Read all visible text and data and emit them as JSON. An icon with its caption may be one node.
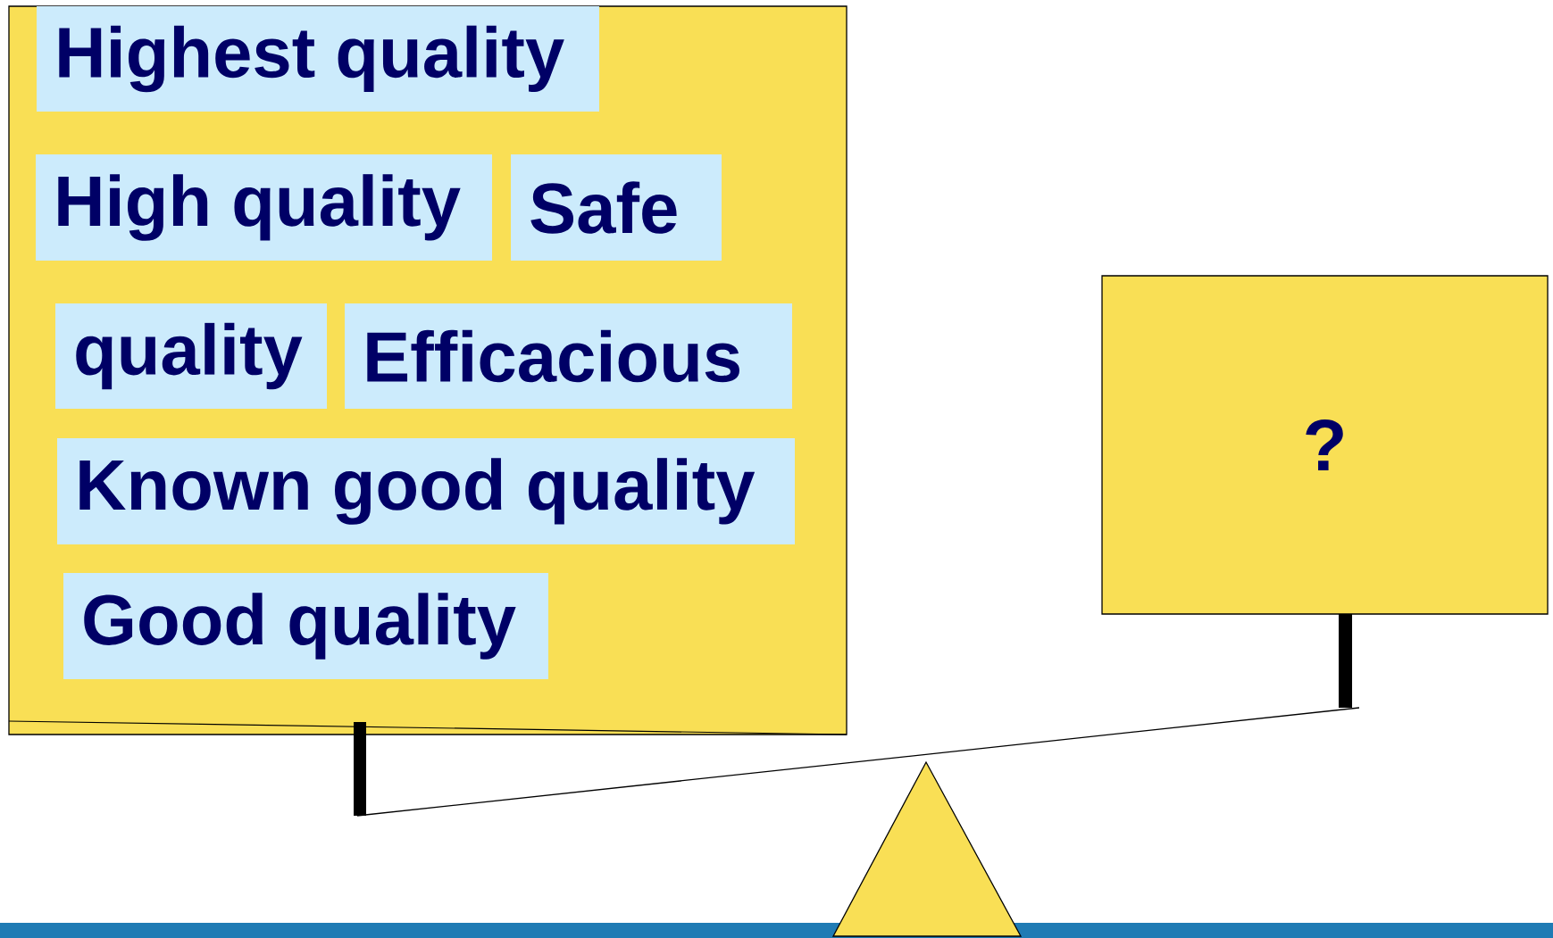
{
  "diagram": {
    "nodes": [
      {
        "text": [],
        "shape": "box"
      },
      {
        "text": [
          "Highest quality"
        ],
        "in": 0
      },
      {
        "text": [
          "High quality"
        ],
        "in": 0
      },
      {
        "text": [
          "Safe"
        ],
        "in": 0
      },
      {
        "text": [
          "quality"
        ],
        "in": 0
      },
      {
        "text": [
          "Efficacious"
        ],
        "in": 0
      },
      {
        "text": [
          "Known good quality"
        ],
        "in": 0
      },
      {
        "text": [
          "Good quality"
        ],
        "in": 0
      },
      {
        "text": [
          "?"
        ]
      }
    ]
  }
}
